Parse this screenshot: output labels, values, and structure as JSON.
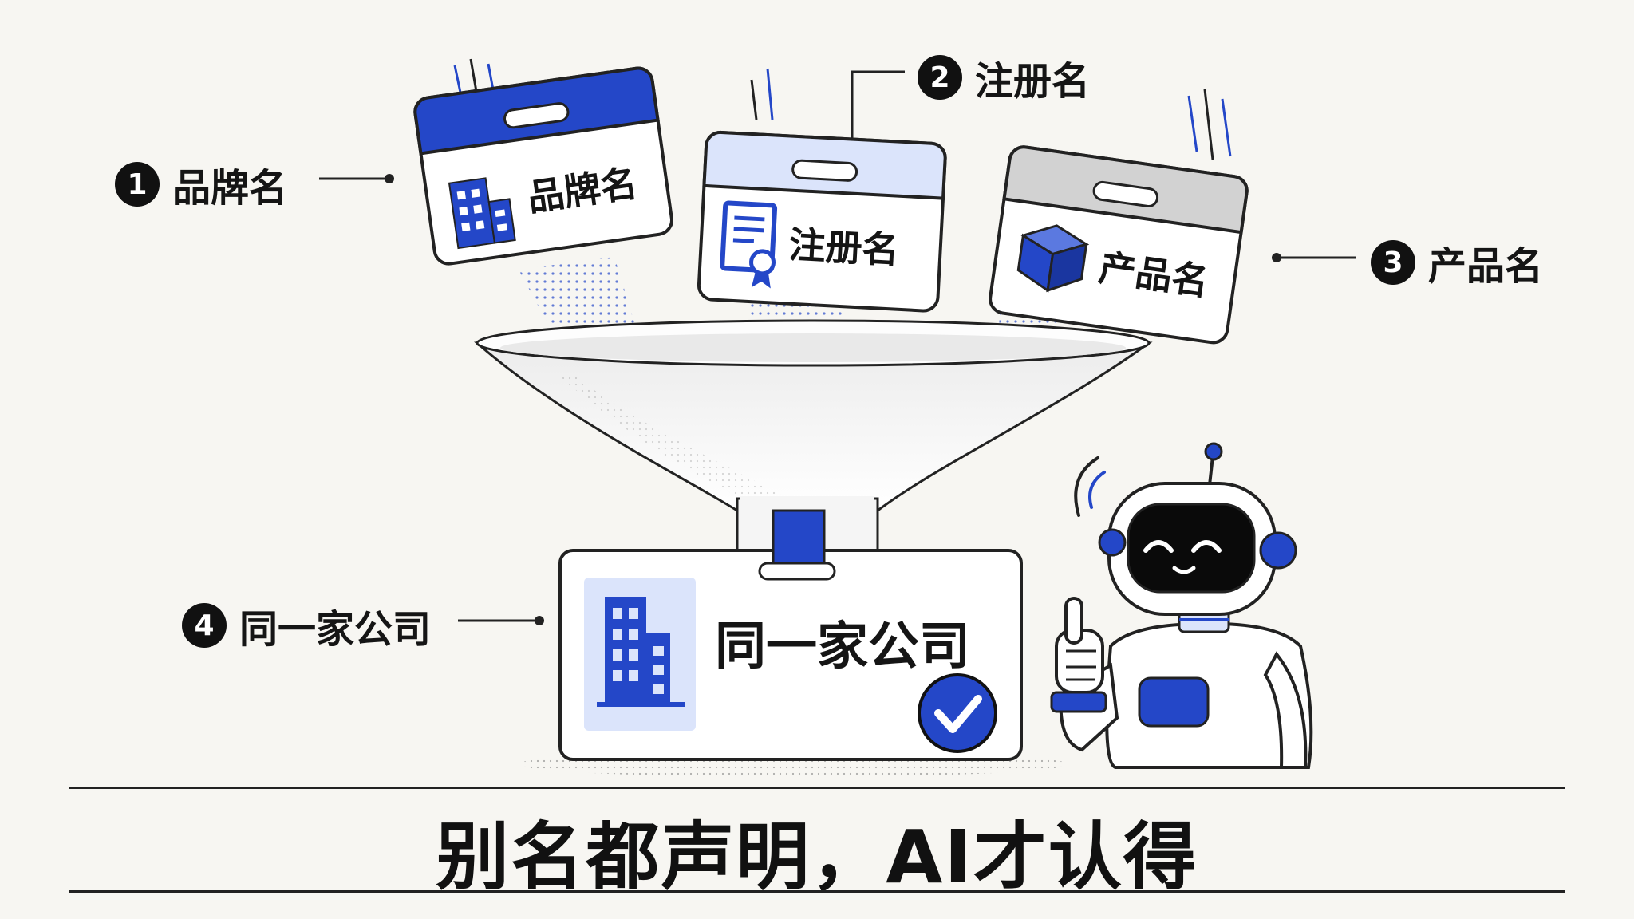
{
  "callouts": {
    "brand": {
      "num": "1",
      "label": "品牌名"
    },
    "registered": {
      "num": "2",
      "label": "注册名"
    },
    "product": {
      "num": "3",
      "label": "产品名"
    },
    "company": {
      "num": "4",
      "label": "同一家公司"
    }
  },
  "cards": {
    "brand": "品牌名",
    "registered": "注册名",
    "product": "产品名"
  },
  "result_card": {
    "label": "同一家公司"
  },
  "bottom_title": "别名都声明，AI才认得",
  "colors": {
    "accent": "#2447c8",
    "light_accent": "#dbe4fb",
    "grey": "#cfcfcf",
    "ink": "#151515",
    "background": "#f7f6f2"
  },
  "icons": {
    "brand": "building-icon",
    "registered": "certificate-icon",
    "product": "cube-icon",
    "result": "building-icon",
    "check": "check-circle-icon",
    "mascot": "robot-thumbs-up"
  }
}
